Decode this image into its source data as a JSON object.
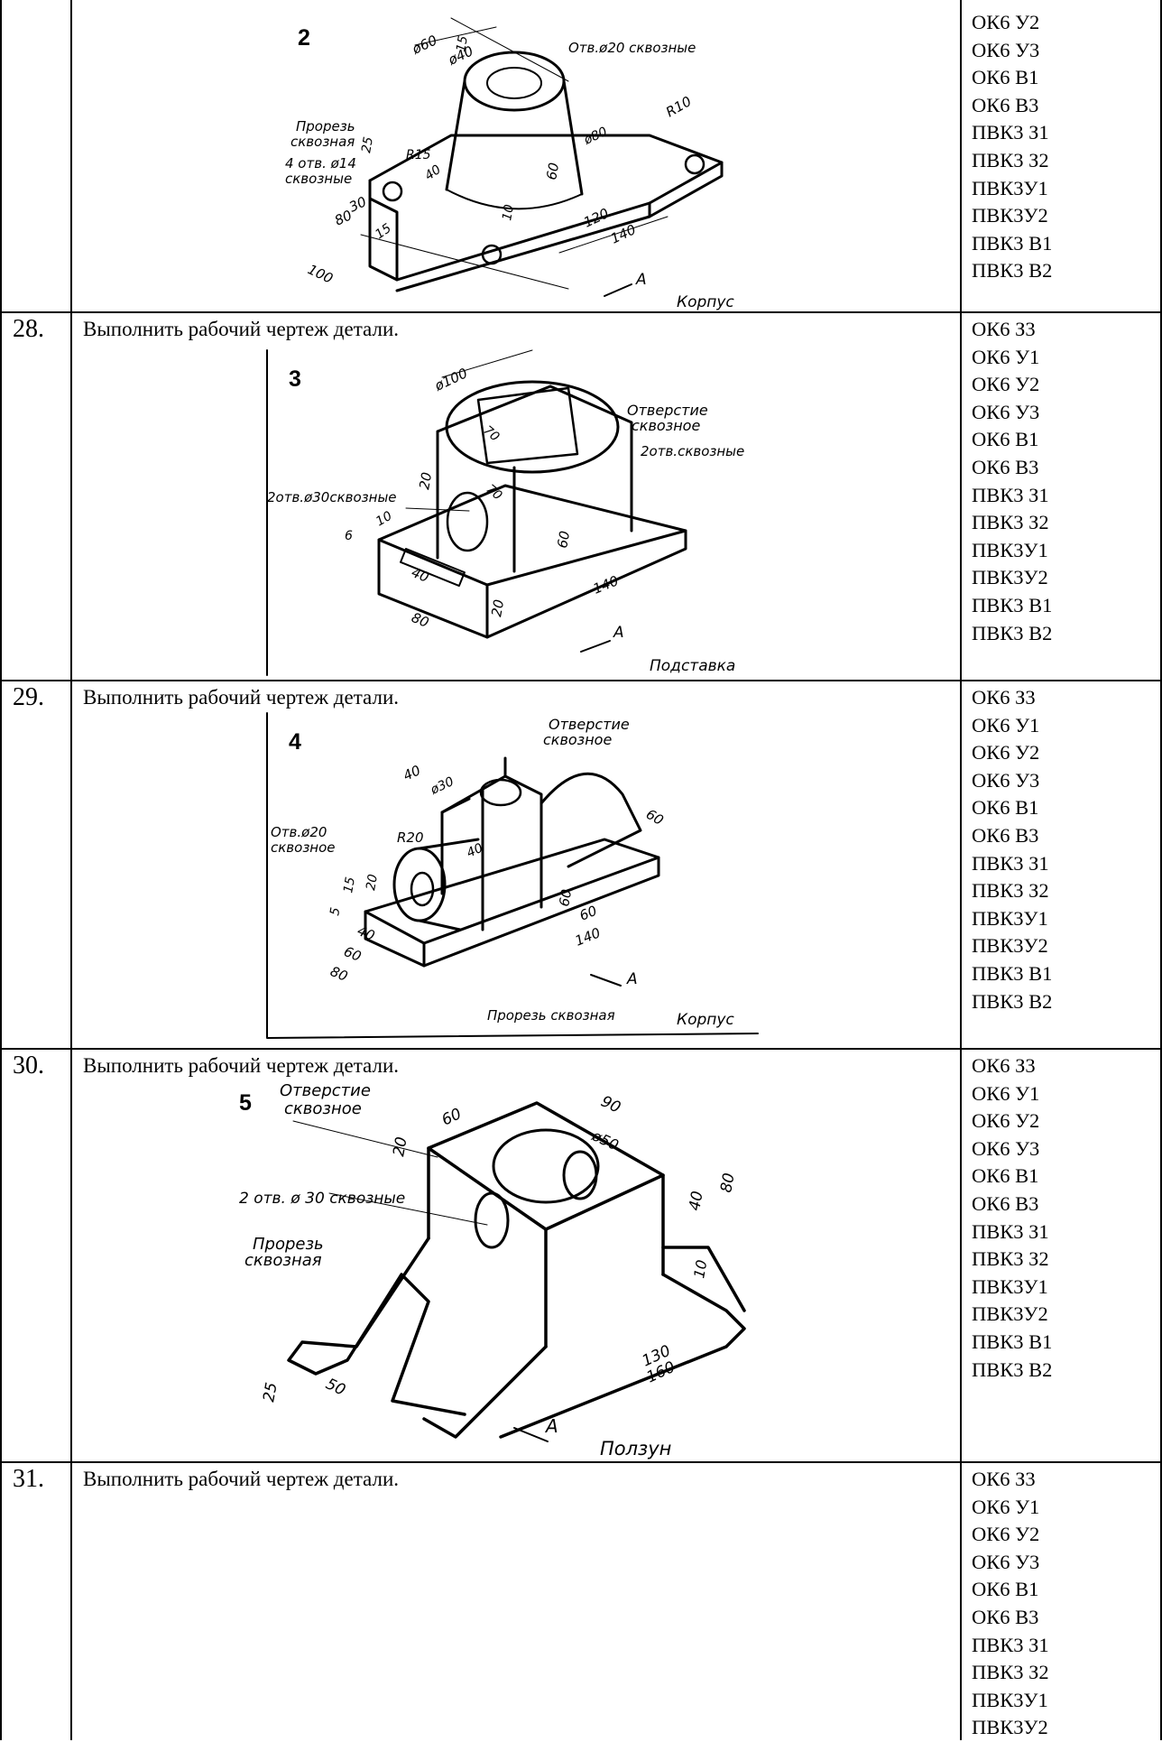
{
  "task_text": "Выполнить рабочий чертеж детали.",
  "rows": [
    {
      "number": "",
      "drawing": {
        "figure_no": "2",
        "caption": "Корпус",
        "labels": {
          "slot": "Прорезь",
          "slot2": "сквозная",
          "holes14": "4 отв. ø14",
          "holes14b": "сквозные",
          "hole20": "Отв.ø20 сквозные",
          "view": "А"
        },
        "dims": [
          "ø60",
          "ø40",
          "15",
          "R10",
          "ø80",
          "R15",
          "25",
          "40",
          "60",
          "10",
          "30",
          "80",
          "15",
          "120",
          "140",
          "100"
        ]
      },
      "codes": [
        "ОК6 У2",
        "ОК6 У3",
        "ОК6 В1",
        "ОК6 В3",
        "ПВК3 З1",
        "ПВК3 З2",
        "ПВК3У1",
        "ПВК3У2",
        "ПВК3 В1",
        "ПВК3 В2"
      ]
    },
    {
      "number": "28.",
      "drawing": {
        "figure_no": "3",
        "caption": "Подставка",
        "labels": {
          "hole": "Отверстие",
          "hole2": "сквозное",
          "holes2": "2отв.сквозные",
          "holes30": "2отв.ø30сквозные",
          "view": "А"
        },
        "dims": [
          "ø100",
          "70",
          "70",
          "20",
          "10",
          "6",
          "60",
          "40",
          "80",
          "20",
          "140"
        ]
      },
      "codes": [
        "ОК6 З3",
        "ОК6 У1",
        "ОК6 У2",
        "ОК6 У3",
        "ОК6 В1",
        "ОК6 В3",
        "ПВК3 З1",
        "ПВК3 З2",
        "ПВК3У1",
        "ПВК3У2",
        "ПВК3 В1",
        "ПВК3 В2"
      ]
    },
    {
      "number": "29.",
      "drawing": {
        "figure_no": "4",
        "caption": "Корпус",
        "labels": {
          "hole": "Отверстие",
          "hole2": "сквозное",
          "hole20": "Отв.ø20",
          "hole20b": "сквозное",
          "slot": "Прорезь сквозная",
          "view": "А"
        },
        "dims": [
          "40",
          "ø30",
          "40",
          "60",
          "R20",
          "15",
          "20",
          "5",
          "60",
          "40",
          "60",
          "80",
          "140",
          "60"
        ]
      },
      "codes": [
        "ОК6 З3",
        "ОК6 У1",
        "ОК6 У2",
        "ОК6 У3",
        "ОК6 В1",
        "ОК6 В3",
        "ПВК3 З1",
        "ПВК3 З2",
        "ПВК3У1",
        "ПВК3У2",
        "ПВК3 В1",
        "ПВК3 В2"
      ]
    },
    {
      "number": "30.",
      "drawing": {
        "figure_no": "5",
        "caption": "Ползун",
        "labels": {
          "hole": "Отверстие",
          "hole2": "сквозное",
          "holes30": "2 отв. ø 30 сквозные",
          "slot": "Прорезь",
          "slot2": "сквозная",
          "view": "А"
        },
        "dims": [
          "60",
          "90",
          "ø50",
          "20",
          "40",
          "80",
          "10",
          "25",
          "50",
          "130",
          "160"
        ]
      },
      "codes": [
        "ОК6 З3",
        "ОК6 У1",
        "ОК6 У2",
        "ОК6 У3",
        "ОК6 В1",
        "ОК6 В3",
        "ПВК3 З1",
        "ПВК3 З2",
        "ПВК3У1",
        "ПВК3У2",
        "ПВК3 В1",
        "ПВК3 В2"
      ]
    },
    {
      "number": "31.",
      "drawing": null,
      "codes": [
        "ОК6 З3",
        "ОК6 У1",
        "ОК6 У2",
        "ОК6 У3",
        "ОК6 В1",
        "ОК6 В3",
        "ПВК3 З1",
        "ПВК3 З2",
        "ПВК3У1",
        "ПВК3У2"
      ]
    }
  ]
}
